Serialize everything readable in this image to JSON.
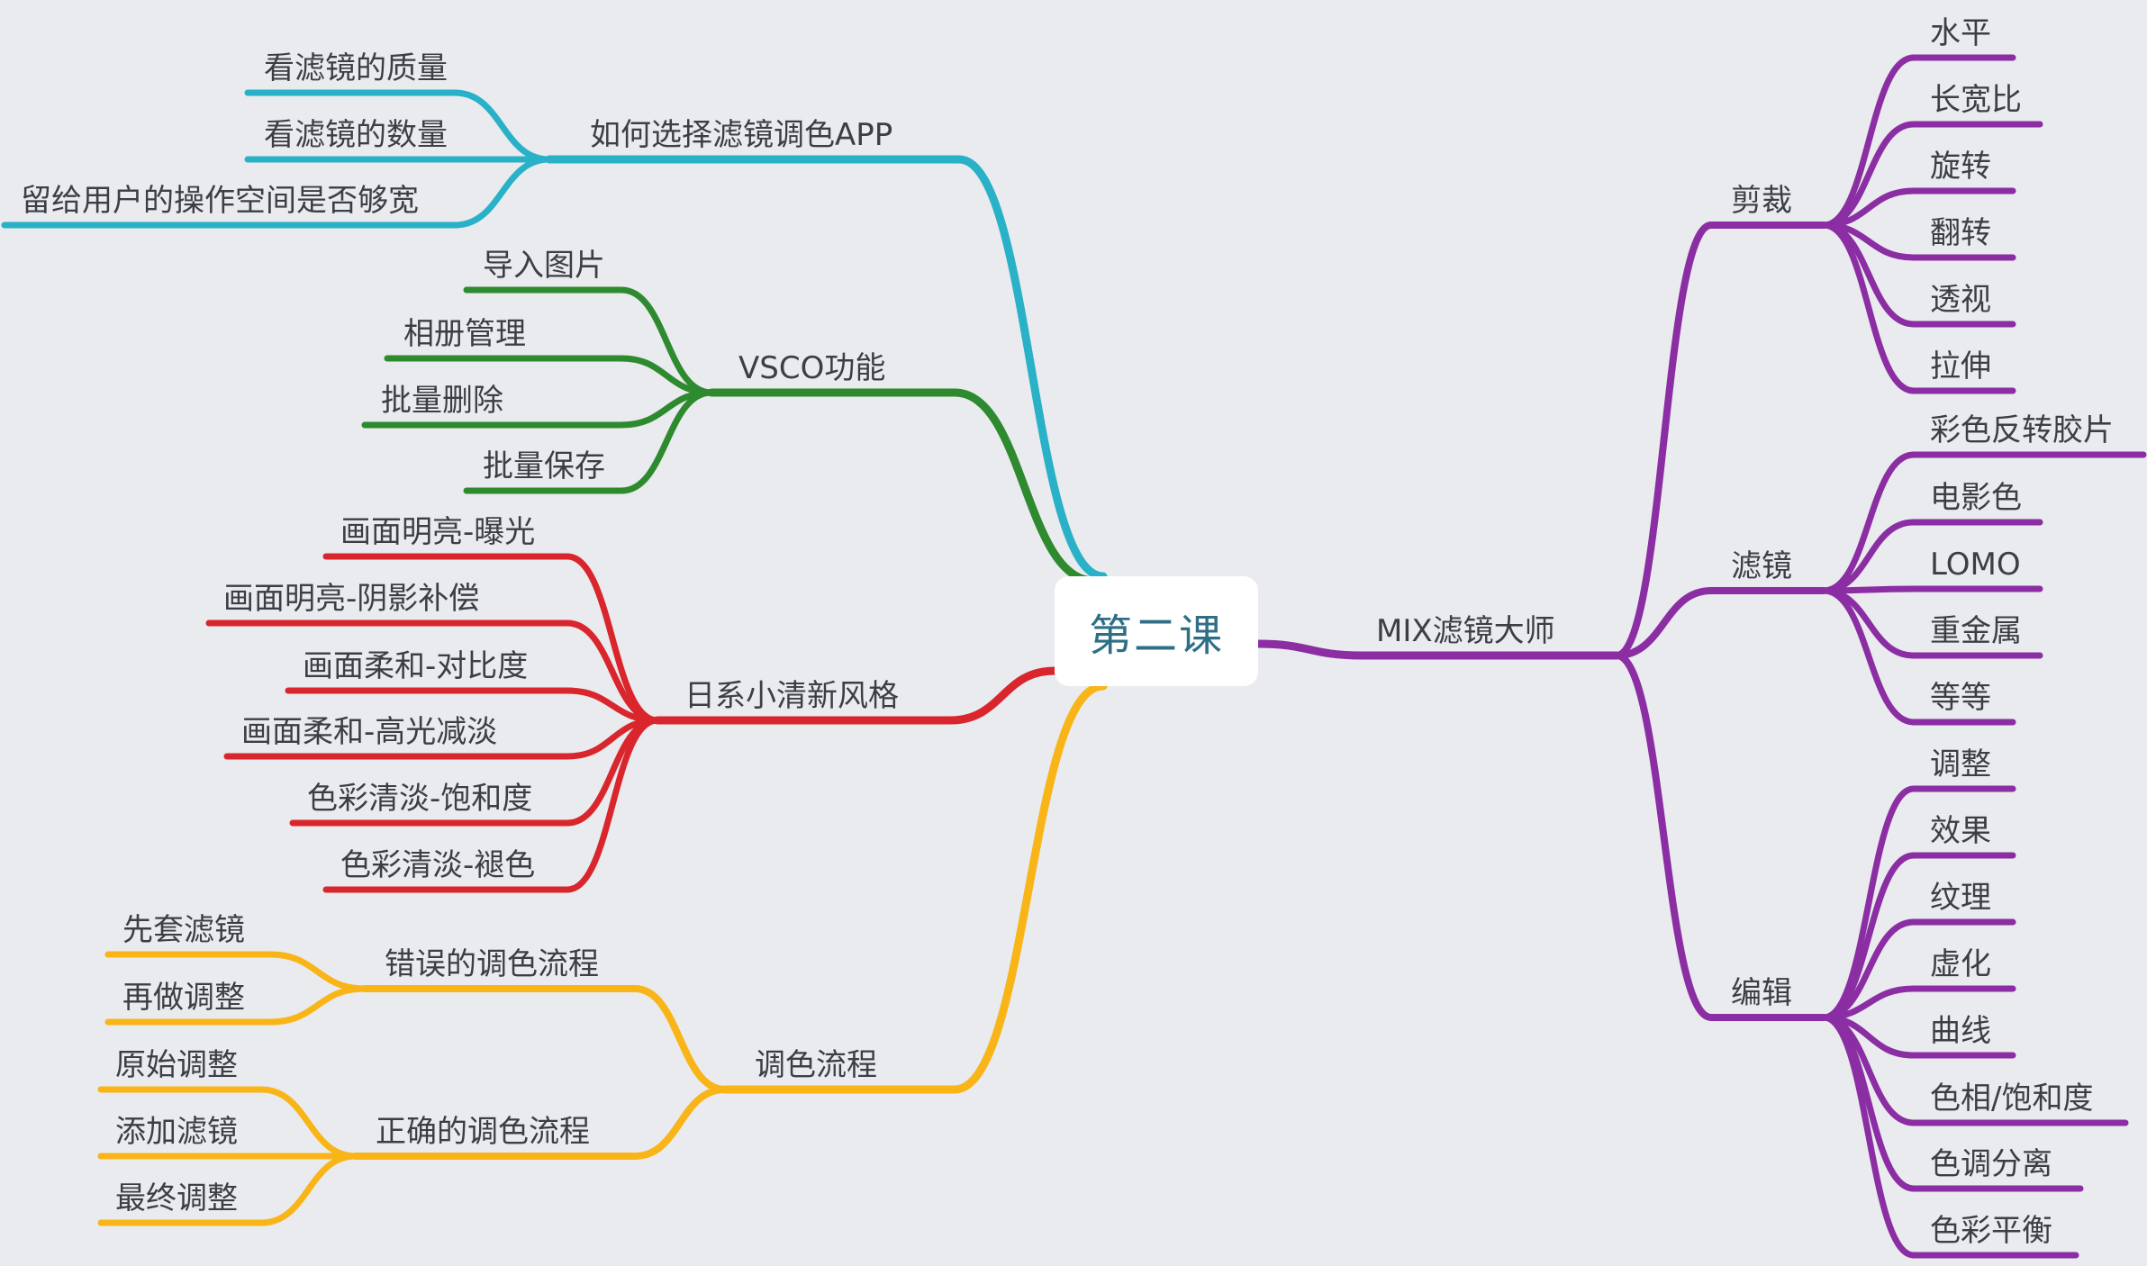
{
  "center": "第二课",
  "colors": {
    "background": "#e9ebee",
    "node_text": "#3b3f45",
    "center_text": "#2e6f86",
    "branch_1": "#29b1c7",
    "branch_2": "#2e8a2e",
    "branch_3": "#d9262c",
    "branch_4": "#f9b518",
    "branch_5": "#8b2da3"
  },
  "branches": [
    {
      "label": "如何选择滤镜调色APP",
      "color": "#29b1c7",
      "children": [
        {
          "label": "看滤镜的质量"
        },
        {
          "label": "看滤镜的数量"
        },
        {
          "label": "留给用户的操作空间是否够宽"
        }
      ]
    },
    {
      "label": "VSCO功能",
      "color": "#2e8a2e",
      "children": [
        {
          "label": "导入图片"
        },
        {
          "label": "相册管理"
        },
        {
          "label": "批量删除"
        },
        {
          "label": "批量保存"
        }
      ]
    },
    {
      "label": "日系小清新风格",
      "color": "#d9262c",
      "children": [
        {
          "label": "画面明亮-曝光"
        },
        {
          "label": "画面明亮-阴影补偿"
        },
        {
          "label": "画面柔和-对比度"
        },
        {
          "label": "画面柔和-高光减淡"
        },
        {
          "label": "色彩清淡-饱和度"
        },
        {
          "label": "色彩清淡-褪色"
        }
      ]
    },
    {
      "label": "调色流程",
      "color": "#f9b518",
      "children": [
        {
          "label": "错误的调色流程",
          "children": [
            {
              "label": "先套滤镜"
            },
            {
              "label": "再做调整"
            }
          ]
        },
        {
          "label": "正确的调色流程",
          "children": [
            {
              "label": "原始调整"
            },
            {
              "label": "添加滤镜"
            },
            {
              "label": "最终调整"
            }
          ]
        }
      ]
    },
    {
      "label": "MIX滤镜大师",
      "color": "#8b2da3",
      "children": [
        {
          "label": "剪裁",
          "children": [
            {
              "label": "水平"
            },
            {
              "label": "长宽比"
            },
            {
              "label": "旋转"
            },
            {
              "label": "翻转"
            },
            {
              "label": "透视"
            },
            {
              "label": "拉伸"
            }
          ]
        },
        {
          "label": "滤镜",
          "children": [
            {
              "label": "彩色反转胶片"
            },
            {
              "label": "电影色"
            },
            {
              "label": "LOMO"
            },
            {
              "label": "重金属"
            },
            {
              "label": "等等"
            }
          ]
        },
        {
          "label": "编辑",
          "children": [
            {
              "label": "调整"
            },
            {
              "label": "效果"
            },
            {
              "label": "纹理"
            },
            {
              "label": "虚化"
            },
            {
              "label": "曲线"
            },
            {
              "label": "色相/饱和度"
            },
            {
              "label": "色调分离"
            },
            {
              "label": "色彩平衡"
            }
          ]
        }
      ]
    }
  ]
}
